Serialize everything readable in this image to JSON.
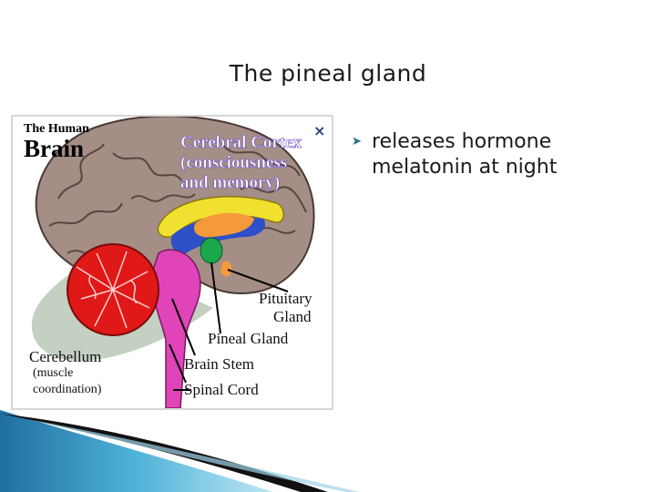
{
  "slide": {
    "title": "The pineal gland",
    "bullets": [
      {
        "icon": "bullet-arrow-icon",
        "text": "releases hormone melatonin at night"
      }
    ]
  },
  "figure": {
    "title_line1": "The Human",
    "title_line2": "Brain",
    "close_glyph": "×",
    "cortex_label": [
      "Cerebral Cortex",
      "(consciousness",
      "and memory)"
    ],
    "labels": {
      "pituitary": [
        "Pituitary",
        "Gland"
      ],
      "pineal": "Pineal Gland",
      "brain_stem": "Brain Stem",
      "spinal_cord": "Spinal Cord",
      "cerebellum": "Cerebellum",
      "cerebellum_note": [
        "(muscle",
        "coordination)"
      ]
    }
  },
  "colors": {
    "brain_cortex": "#a48e86",
    "cerebellum": "#e01818",
    "brain_stem": "#e044b8",
    "corpus_callosum": "#f2e030",
    "thalamus_blue": "#2d4fc8",
    "orange_region": "#f59a3a",
    "green_region": "#1aa84a",
    "accent_teal": "#2a9bc4"
  }
}
